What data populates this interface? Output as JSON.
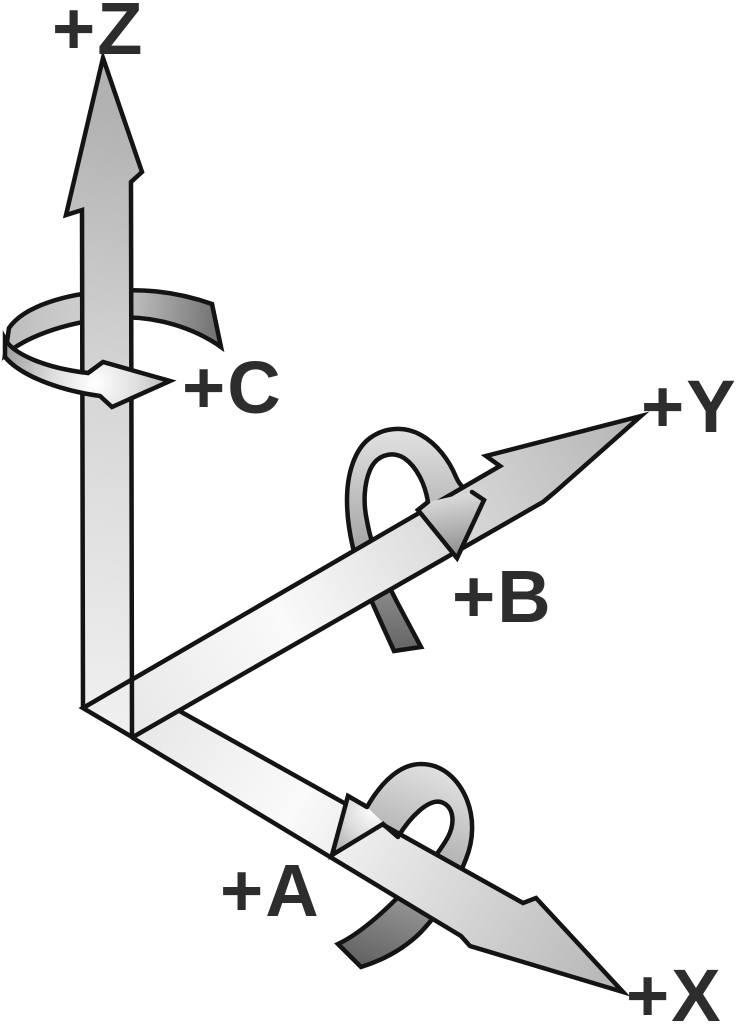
{
  "figure": {
    "background": "#ffffff",
    "outline_color": "#141414",
    "label_color": "#2d2d2d",
    "labels": {
      "z_axis": "+Z",
      "c_rotation": "+C",
      "y_axis": "+Y",
      "b_rotation": "+B",
      "a_rotation": "+A",
      "x_axis": "+X"
    },
    "elements": [
      {
        "icon": "z-axis-arrow-icon",
        "label": "+Z",
        "depicts": "vertical linear axis arrow pointing up"
      },
      {
        "icon": "c-rotation-arrow-icon",
        "label": "+C",
        "depicts": "rotation ribbon arrow around Z axis"
      },
      {
        "icon": "y-axis-arrow-icon",
        "label": "+Y",
        "depicts": "linear axis arrow pointing upper right"
      },
      {
        "icon": "b-rotation-arrow-icon",
        "label": "+B",
        "depicts": "rotation ribbon arrow around Y axis"
      },
      {
        "icon": "a-rotation-arrow-icon",
        "label": "+A",
        "depicts": "rotation ribbon arrow around X axis"
      },
      {
        "icon": "x-axis-arrow-icon",
        "label": "+X",
        "depicts": "linear axis arrow pointing lower right"
      }
    ],
    "colors": {
      "fill_light": "#fafafa",
      "fill_mid": "#c9c9c9",
      "fill_dark": "#606060"
    }
  }
}
